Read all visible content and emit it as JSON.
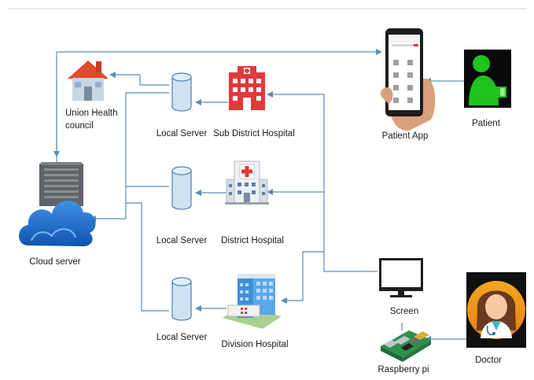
{
  "labels": {
    "union_health_line1": "Union Health",
    "union_health_line2": "council",
    "local_server_1": "Local Server",
    "sub_district_hospital": "Sub District Hospital",
    "local_server_2": "Local Server",
    "district_hospital": "District Hospital",
    "local_server_3": "Local Server",
    "division_hospital": "Division Hospital",
    "cloud_server": "Cloud server",
    "patient_app": "Patient App",
    "patient": "Patient",
    "screen": "Screen",
    "raspberry_pi": "Raspberry pi",
    "doctor": "Doctor"
  },
  "colors": {
    "connector": "#5b8db8",
    "server_fill": "#cfe2f3",
    "server_stroke": "#4a7fb0",
    "hospital_red": "#e03a3a",
    "cloud_blue": "#1f74d4",
    "patient_green": "#1fc21f",
    "top_rule": "#d0d0d0"
  },
  "icons": {
    "house": "house-icon",
    "hospital_building": "hospital-building-icon",
    "clinic": "clinic-icon",
    "division_hospital": "division-hospital-icon",
    "cloud": "cloud-server-icon",
    "server_rack": "server-rack-icon",
    "database": "database-icon",
    "phone": "smartphone-icon",
    "person": "patient-person-icon",
    "monitor": "monitor-icon",
    "board": "raspberry-pi-icon",
    "doctor": "doctor-avatar-icon"
  }
}
